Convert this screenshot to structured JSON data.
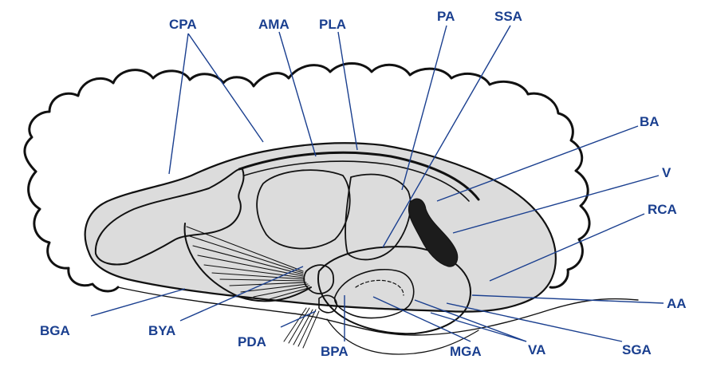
{
  "diagram": {
    "labels": {
      "cpa": "CPA",
      "ama": "AMA",
      "pla": "PLA",
      "pa": "PA",
      "ssa": "SSA",
      "ba": "BA",
      "v": "V",
      "rca": "RCA",
      "aa": "AA",
      "sga": "SGA",
      "va": "VA",
      "mga": "MGA",
      "bpa": "BPA",
      "pda": "PDA",
      "bya": "BYA",
      "bga": "BGA"
    },
    "colors": {
      "label": "#1a3f8f",
      "ink": "#111111",
      "shade": "#dcdcdc",
      "ventricle": "#1c1c1c"
    }
  }
}
